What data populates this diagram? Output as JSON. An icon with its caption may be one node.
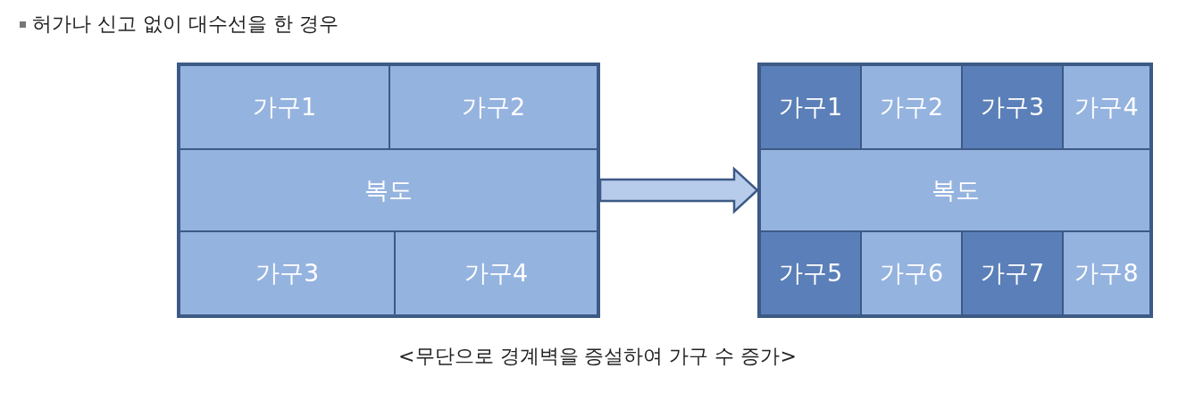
{
  "diagram": {
    "title": "허가나 신고 없이 대수선을 한 경우",
    "caption": "<무단으로 경계벽을 증설하여 가구 수 증가>",
    "nodes": [
      {
        "text": [],
        "shape": "box"
      },
      {
        "text": [
          "가구1"
        ],
        "in": 0
      },
      {
        "text": [
          "가구2"
        ],
        "in": 0
      },
      {
        "text": [
          "복도"
        ],
        "in": 0
      },
      {
        "text": [
          "가구3"
        ],
        "in": 0
      },
      {
        "text": [
          "가구4"
        ],
        "in": 0
      },
      {
        "text": [],
        "shape": "box"
      },
      {
        "text": [
          "가구1"
        ],
        "in": 6
      },
      {
        "text": [
          "가구2"
        ],
        "in": 6
      },
      {
        "text": [
          "가구3"
        ],
        "in": 6
      },
      {
        "text": [
          "가구4"
        ],
        "in": 6
      },
      {
        "text": [
          "복도"
        ],
        "in": 6
      },
      {
        "text": [
          "가구5"
        ],
        "in": 6
      },
      {
        "text": [
          "가구6"
        ],
        "in": 6
      },
      {
        "text": [
          "가구7"
        ],
        "in": 6
      },
      {
        "text": [
          "가구8"
        ],
        "in": 6
      }
    ],
    "edges": [
      {
        "from": 0,
        "to": 6,
        "arrow": "to"
      }
    ]
  }
}
